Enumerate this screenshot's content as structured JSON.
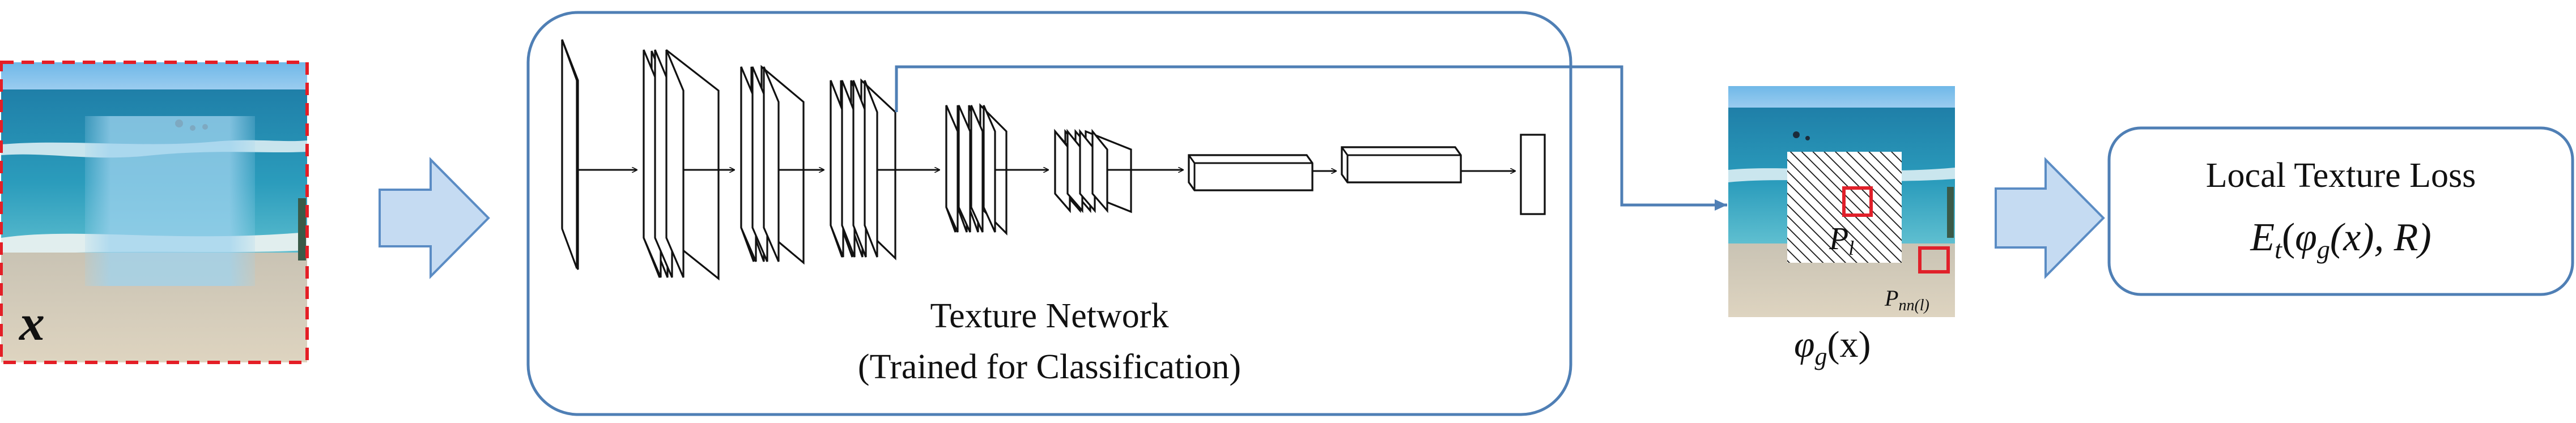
{
  "input_image": {
    "label": "x"
  },
  "texture_network": {
    "title": "Texture Network",
    "subtitle": "(Trained for Classification)"
  },
  "feature_map": {
    "label_main": "φ",
    "label_sub": "g",
    "label_arg": "(x)",
    "patch_label_main": "P",
    "patch_label_sub": "l",
    "nn_patch_label_main": "P",
    "nn_patch_label_sub": "nn(l)"
  },
  "loss_box": {
    "title": "Local Texture Loss",
    "formula_e": "E",
    "formula_t": "t",
    "formula_phi": "φ",
    "formula_g": "g",
    "formula_rest": "(x), R)",
    "formula_open": "("
  },
  "top_clipped_text": "(·, ·)",
  "colors": {
    "frame_blue": "#4f7fb5",
    "block_arrow_fill": "#c5dbf2",
    "block_arrow_stroke": "#5b8cc4",
    "patch_red": "#e0202a",
    "dashed_red": "#e41e26"
  }
}
